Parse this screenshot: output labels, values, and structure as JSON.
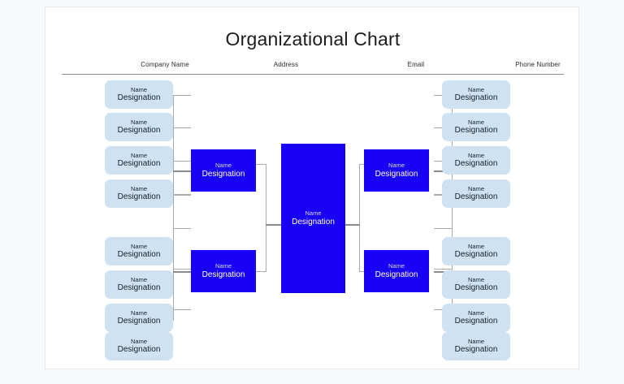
{
  "page": {
    "title": "Organizational Chart",
    "background": "#f6f8fb",
    "card_background": "#ffffff"
  },
  "columns": [
    {
      "label": "Company Name"
    },
    {
      "label": "Address"
    },
    {
      "label": "Email"
    },
    {
      "label": "Phone Number"
    }
  ],
  "colors": {
    "leaf_fill": "#cfe2f2",
    "node_fill": "#1800f6",
    "node_text": "#ffffff",
    "leaf_text": "#16212b",
    "connector": "#a9a9a9",
    "rule": "#8d8d8d"
  },
  "chart_data": {
    "type": "diagram",
    "diagram_type": "organizational-chart",
    "title": "Organizational Chart",
    "node_label_primary": "Name",
    "node_label_secondary": "Designation",
    "levels": 3,
    "root": {
      "id": "root",
      "name": "Name",
      "designation": "Designation",
      "style": "solid-blue"
    },
    "branches": [
      {
        "id": "left-top",
        "side": "left",
        "name": "Name",
        "designation": "Designation",
        "style": "solid-blue",
        "children": [
          {
            "id": "lt-1",
            "name": "Name",
            "designation": "Designation",
            "style": "light-blue"
          },
          {
            "id": "lt-2",
            "name": "Name",
            "designation": "Designation",
            "style": "light-blue"
          },
          {
            "id": "lt-3",
            "name": "Name",
            "designation": "Designation",
            "style": "light-blue"
          },
          {
            "id": "lt-4",
            "name": "Name",
            "designation": "Designation",
            "style": "light-blue"
          }
        ]
      },
      {
        "id": "left-bottom",
        "side": "left",
        "name": "Name",
        "designation": "Designation",
        "style": "solid-blue",
        "children": [
          {
            "id": "lb-1",
            "name": "Name",
            "designation": "Designation",
            "style": "light-blue"
          },
          {
            "id": "lb-2",
            "name": "Name",
            "designation": "Designation",
            "style": "light-blue"
          },
          {
            "id": "lb-3",
            "name": "Name",
            "designation": "Designation",
            "style": "light-blue"
          },
          {
            "id": "lb-4",
            "name": "Name",
            "designation": "Designation",
            "style": "light-blue"
          }
        ]
      },
      {
        "id": "right-top",
        "side": "right",
        "name": "Name",
        "designation": "Designation",
        "style": "solid-blue",
        "children": [
          {
            "id": "rt-1",
            "name": "Name",
            "designation": "Designation",
            "style": "light-blue"
          },
          {
            "id": "rt-2",
            "name": "Name",
            "designation": "Designation",
            "style": "light-blue"
          },
          {
            "id": "rt-3",
            "name": "Name",
            "designation": "Designation",
            "style": "light-blue"
          },
          {
            "id": "rt-4",
            "name": "Name",
            "designation": "Designation",
            "style": "light-blue"
          }
        ]
      },
      {
        "id": "right-bottom",
        "side": "right",
        "name": "Name",
        "designation": "Designation",
        "style": "solid-blue",
        "children": [
          {
            "id": "rb-1",
            "name": "Name",
            "designation": "Designation",
            "style": "light-blue"
          },
          {
            "id": "rb-2",
            "name": "Name",
            "designation": "Designation",
            "style": "light-blue"
          },
          {
            "id": "rb-3",
            "name": "Name",
            "designation": "Designation",
            "style": "light-blue"
          },
          {
            "id": "rb-4",
            "name": "Name",
            "designation": "Designation",
            "style": "light-blue"
          }
        ]
      }
    ]
  }
}
